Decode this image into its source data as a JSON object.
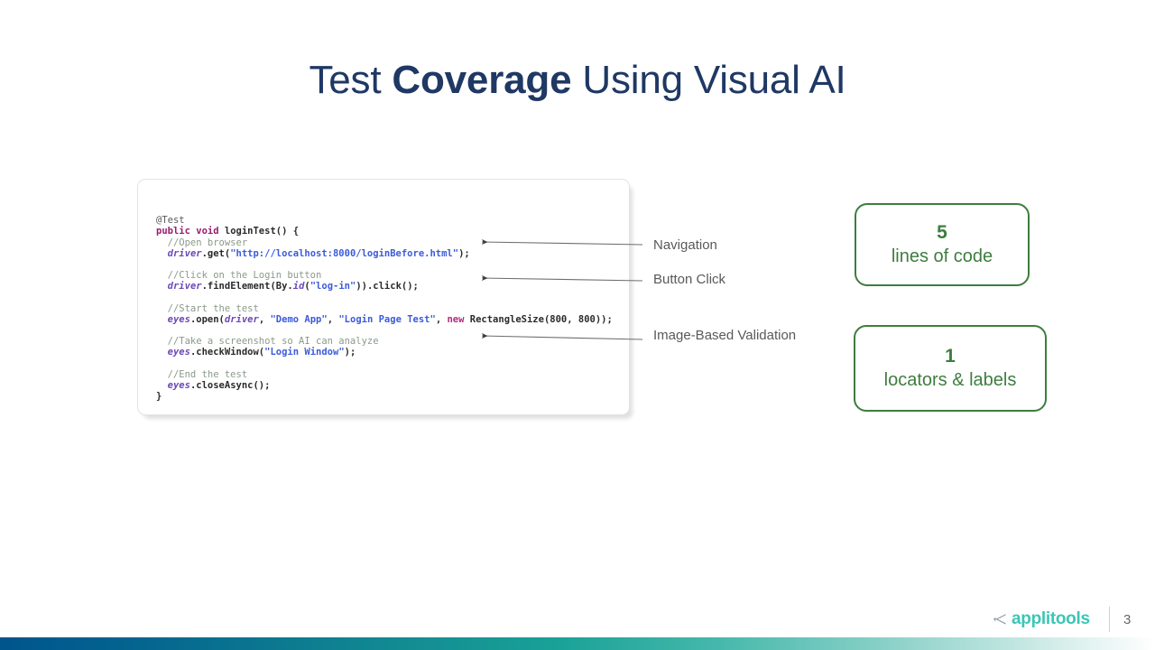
{
  "slide": {
    "title_part1": "Test ",
    "title_bold": "Coverage",
    "title_part2": " Using Visual AI",
    "page_number": "3"
  },
  "code_panel": {
    "language": "java",
    "lines": [
      {
        "id": "line-1",
        "text": "@Test"
      },
      {
        "id": "line-2",
        "text": "public void loginTest() {"
      },
      {
        "id": "line-3",
        "text": "  //Open browser"
      },
      {
        "id": "line-4",
        "text": "  driver.get(\"http://localhost:8000/loginBefore.html\");"
      },
      {
        "id": "line-5",
        "text": ""
      },
      {
        "id": "line-6",
        "text": "  //Click on the Login button"
      },
      {
        "id": "line-7",
        "text": "  driver.findElement(By.id(\"log-in\")).click();"
      },
      {
        "id": "line-8",
        "text": ""
      },
      {
        "id": "line-9",
        "text": "  //Start the test"
      },
      {
        "id": "line-10",
        "text": "  eyes.open(driver, \"Demo App\", \"Login Page Test\", new RectangleSize(800, 800));"
      },
      {
        "id": "line-11",
        "text": ""
      },
      {
        "id": "line-12",
        "text": "  //Take a screenshot so AI can analyze"
      },
      {
        "id": "line-13",
        "text": "  eyes.checkWindow(\"Login Window\");"
      },
      {
        "id": "line-14",
        "text": ""
      },
      {
        "id": "line-15",
        "text": "  //End the test"
      },
      {
        "id": "line-16",
        "text": "  eyes.closeAsync();"
      },
      {
        "id": "line-17",
        "text": "}"
      }
    ]
  },
  "annotations": [
    {
      "label": "Navigation"
    },
    {
      "label": "Button Click"
    },
    {
      "label": "Image-Based Validation"
    }
  ],
  "stats": [
    {
      "number": "5",
      "caption": "lines of code"
    },
    {
      "number": "1",
      "caption": "locators & labels"
    }
  ],
  "footer": {
    "brand": "applitools",
    "page_number": "3"
  },
  "colors": {
    "title": "#1f3864",
    "stat_green": "#3e7d3e",
    "brand_teal": "#3ac6b6",
    "annotation_gray": "#595959",
    "code_keyword": "#9b1b6e",
    "code_string": "#3b5bdb",
    "code_comment": "#8a9a8a",
    "code_variable": "#6b48b8",
    "bar_gradient_start": "#00558c",
    "bar_gradient_end": "#ffffff"
  }
}
